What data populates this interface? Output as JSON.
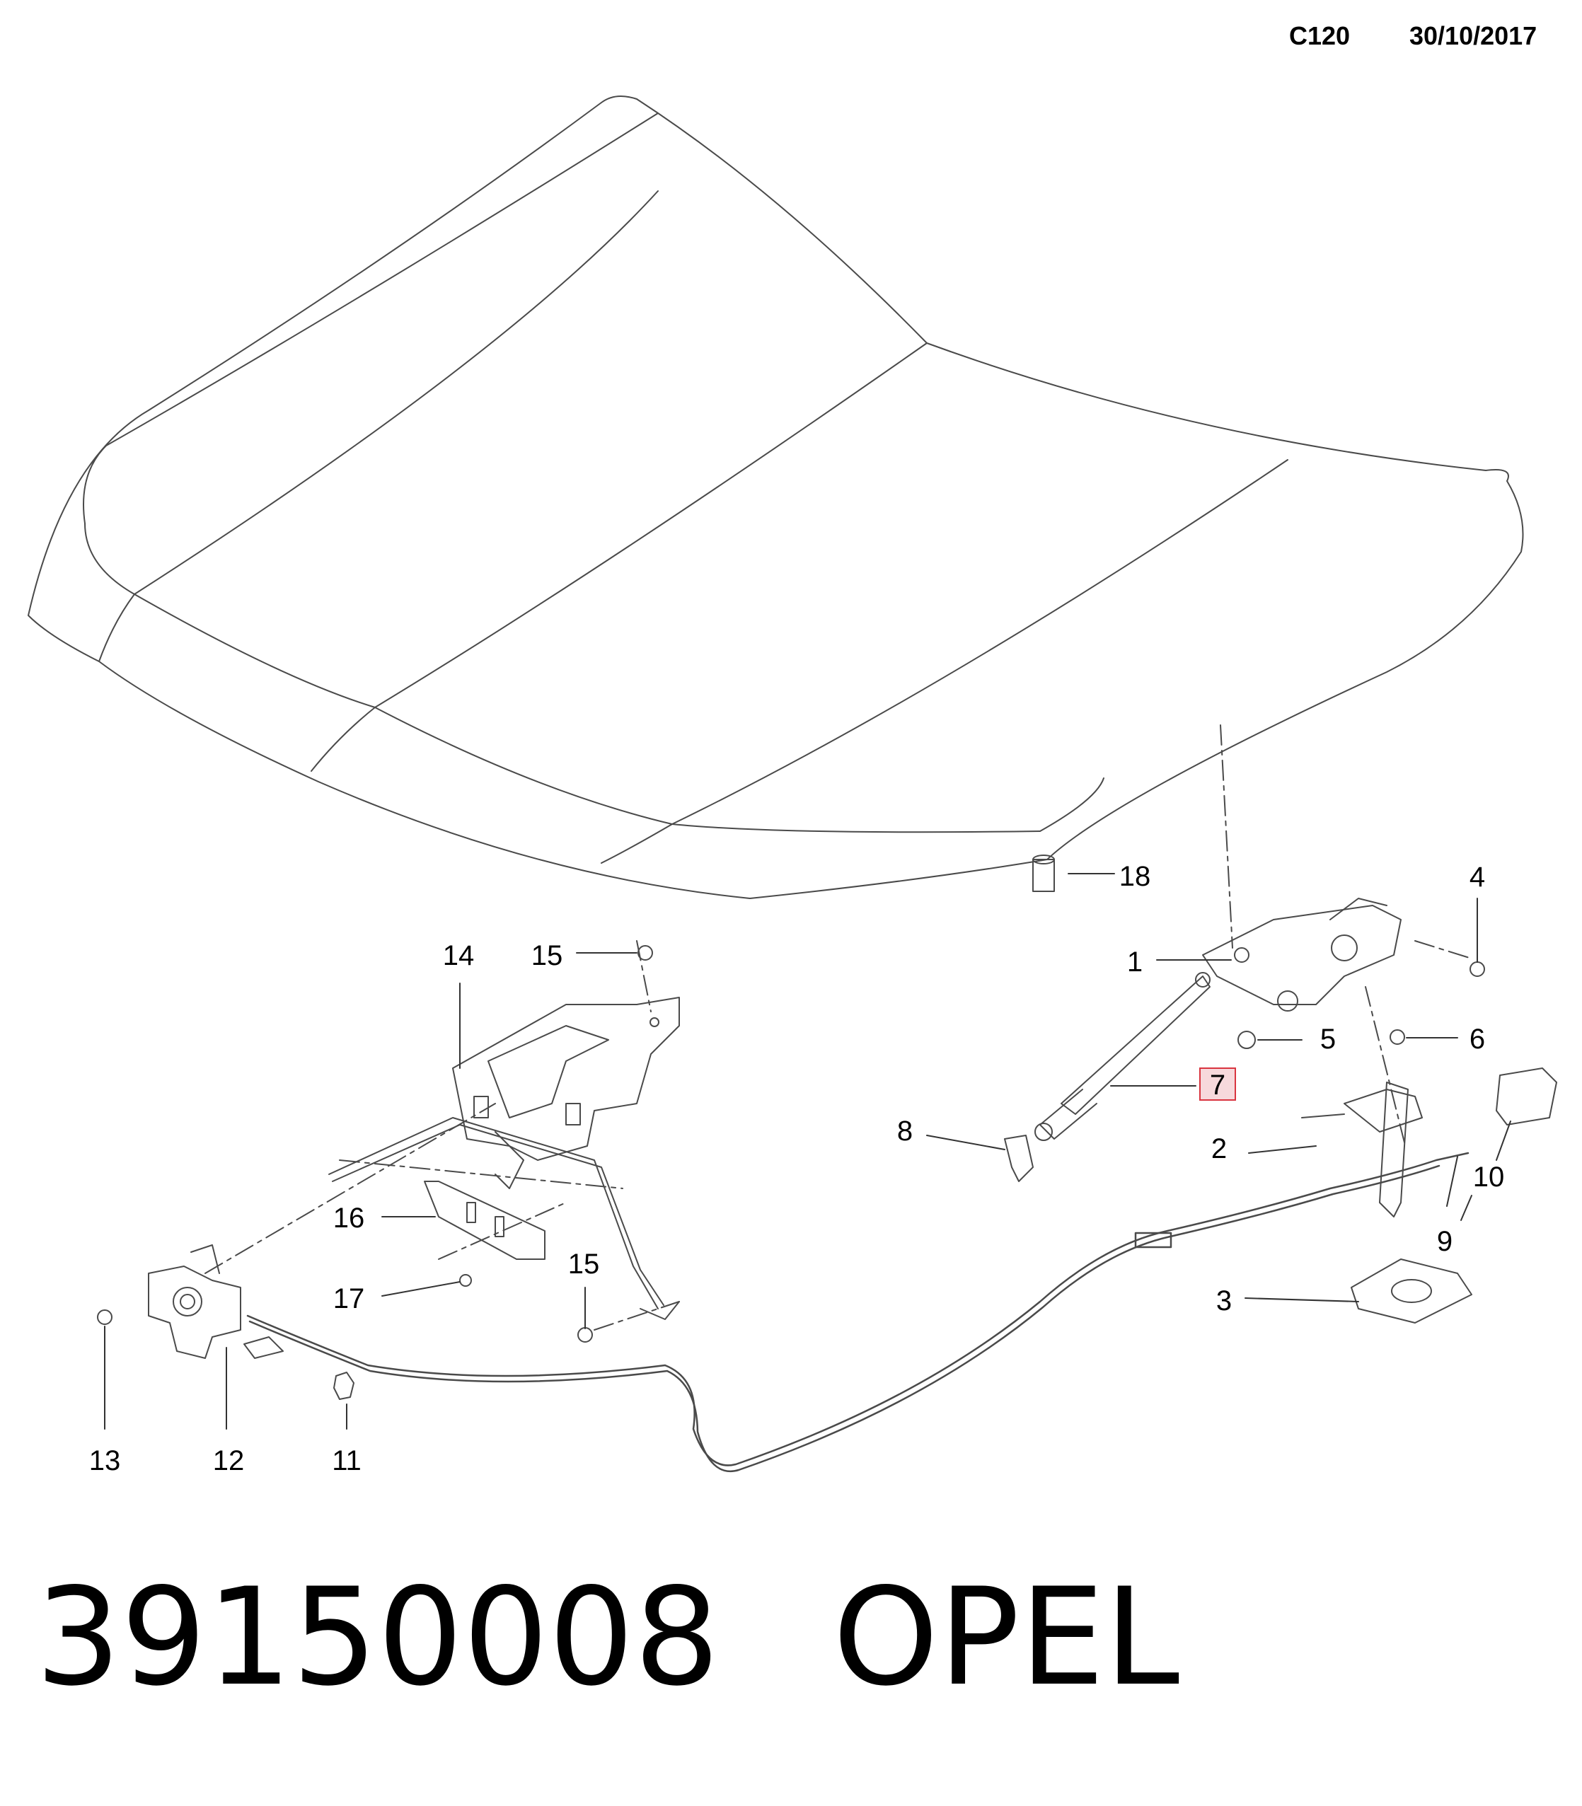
{
  "header": {
    "code": "C120",
    "date": "30/10/2017"
  },
  "callouts": [
    {
      "id": "c1",
      "label": "1"
    },
    {
      "id": "c2",
      "label": "2"
    },
    {
      "id": "c3",
      "label": "3"
    },
    {
      "id": "c4",
      "label": "4"
    },
    {
      "id": "c5",
      "label": "5"
    },
    {
      "id": "c6",
      "label": "6"
    },
    {
      "id": "c7",
      "label": "7",
      "highlighted": true
    },
    {
      "id": "c8",
      "label": "8"
    },
    {
      "id": "c9",
      "label": "9"
    },
    {
      "id": "c10",
      "label": "10"
    },
    {
      "id": "c11",
      "label": "11"
    },
    {
      "id": "c12",
      "label": "12"
    },
    {
      "id": "c13",
      "label": "13"
    },
    {
      "id": "c14",
      "label": "14"
    },
    {
      "id": "c15a",
      "label": "15"
    },
    {
      "id": "c15b",
      "label": "15"
    },
    {
      "id": "c16",
      "label": "16"
    },
    {
      "id": "c17",
      "label": "17"
    },
    {
      "id": "c18",
      "label": "18"
    }
  ],
  "footer": {
    "part_number": "39150008",
    "brand": "OPEL"
  },
  "colors": {
    "line": "#4a4a4a",
    "highlight_border": "#d9343f",
    "highlight_fill": "#f7d9dc"
  }
}
